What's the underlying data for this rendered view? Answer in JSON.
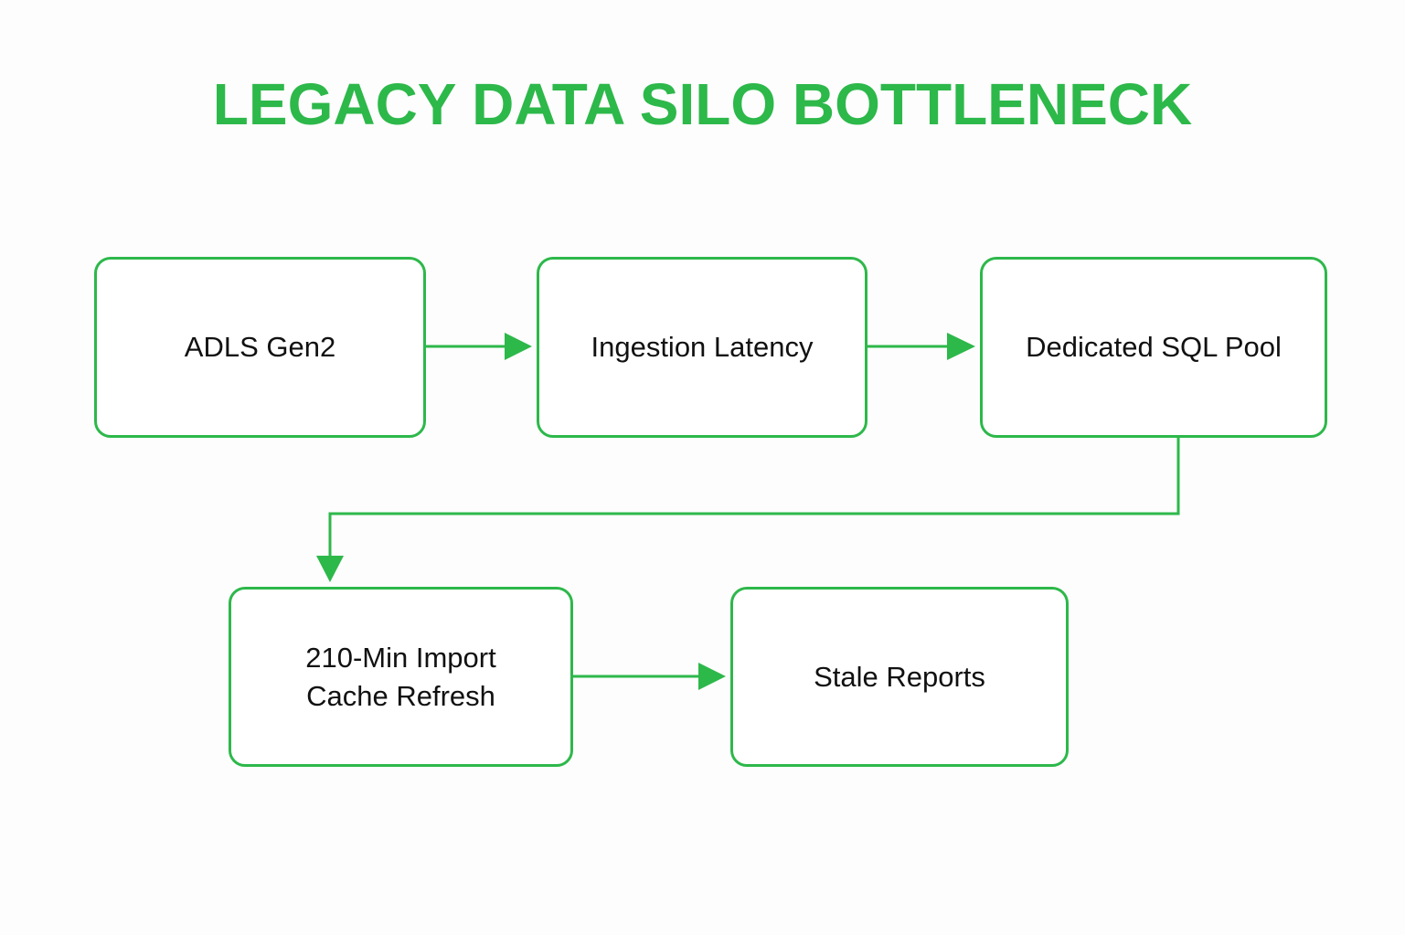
{
  "title": "LEGACY DATA SILO BOTTLENECK",
  "colors": {
    "accent": "#2db84a",
    "text": "#111111",
    "background": "#fdfdfd"
  },
  "nodes": [
    {
      "id": "n1",
      "label": "ADLS Gen2"
    },
    {
      "id": "n2",
      "label": "Ingestion Latency"
    },
    {
      "id": "n3",
      "label": "Dedicated SQL Pool"
    },
    {
      "id": "n4",
      "label": "210-Min Import\nCache Refresh"
    },
    {
      "id": "n5",
      "label": "Stale Reports"
    }
  ],
  "edges": [
    {
      "from": "n1",
      "to": "n2"
    },
    {
      "from": "n2",
      "to": "n3"
    },
    {
      "from": "n3",
      "to": "n4"
    },
    {
      "from": "n4",
      "to": "n5"
    }
  ]
}
